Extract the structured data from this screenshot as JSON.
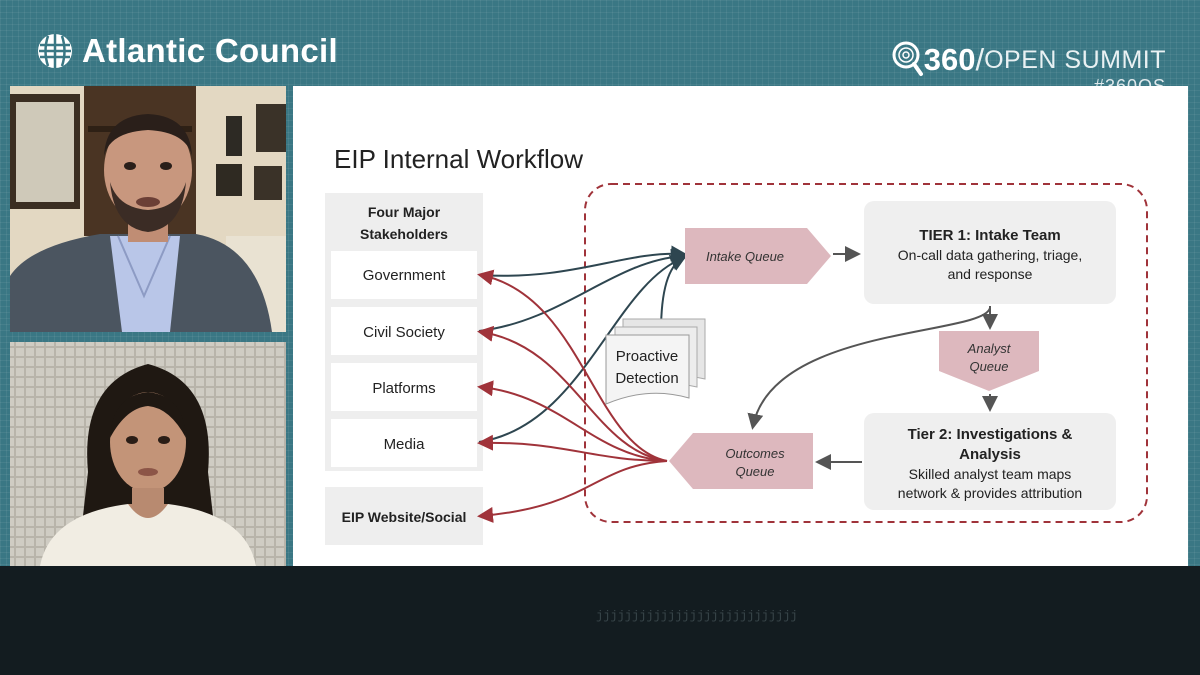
{
  "header": {
    "brand": "Atlantic Council",
    "summit_number": "360",
    "summit_slash": "/",
    "summit_name": "OPEN SUMMIT",
    "summit_hashtag": "#360OS"
  },
  "slide": {
    "title": "EIP Internal Workflow",
    "stakeholders_heading_line1": "Four Major",
    "stakeholders_heading_line2": "Stakeholders",
    "stakeholders": [
      "Government",
      "Civil Society",
      "Platforms",
      "Media"
    ],
    "website_label": "EIP Website/Social",
    "proactive_line1": "Proactive",
    "proactive_line2": "Detection",
    "intake_queue": "Intake Queue",
    "analyst_queue_line1": "Analyst",
    "analyst_queue_line2": "Queue",
    "outcomes_queue_line1": "Outcomes",
    "outcomes_queue_line2": "Queue",
    "tier1_title": "TIER 1: Intake Team",
    "tier1_line1": "On-call data gathering, triage,",
    "tier1_line2": "and response",
    "tier2_title_line1": "Tier 2: Investigations &",
    "tier2_title_line2": "Analysis",
    "tier2_line1": "Skilled analyst team maps",
    "tier2_line2": "network & provides attribution"
  },
  "footer": {
    "ticker": "jjjjjjjjjjjjjjjjjjjjjjjjjjjj"
  },
  "colors": {
    "background": "#3a7784",
    "dark_arrow": "#2e4650",
    "red_arrow": "#a0333a",
    "queue_fill": "#ddb8be",
    "box_fill": "#efefef"
  }
}
